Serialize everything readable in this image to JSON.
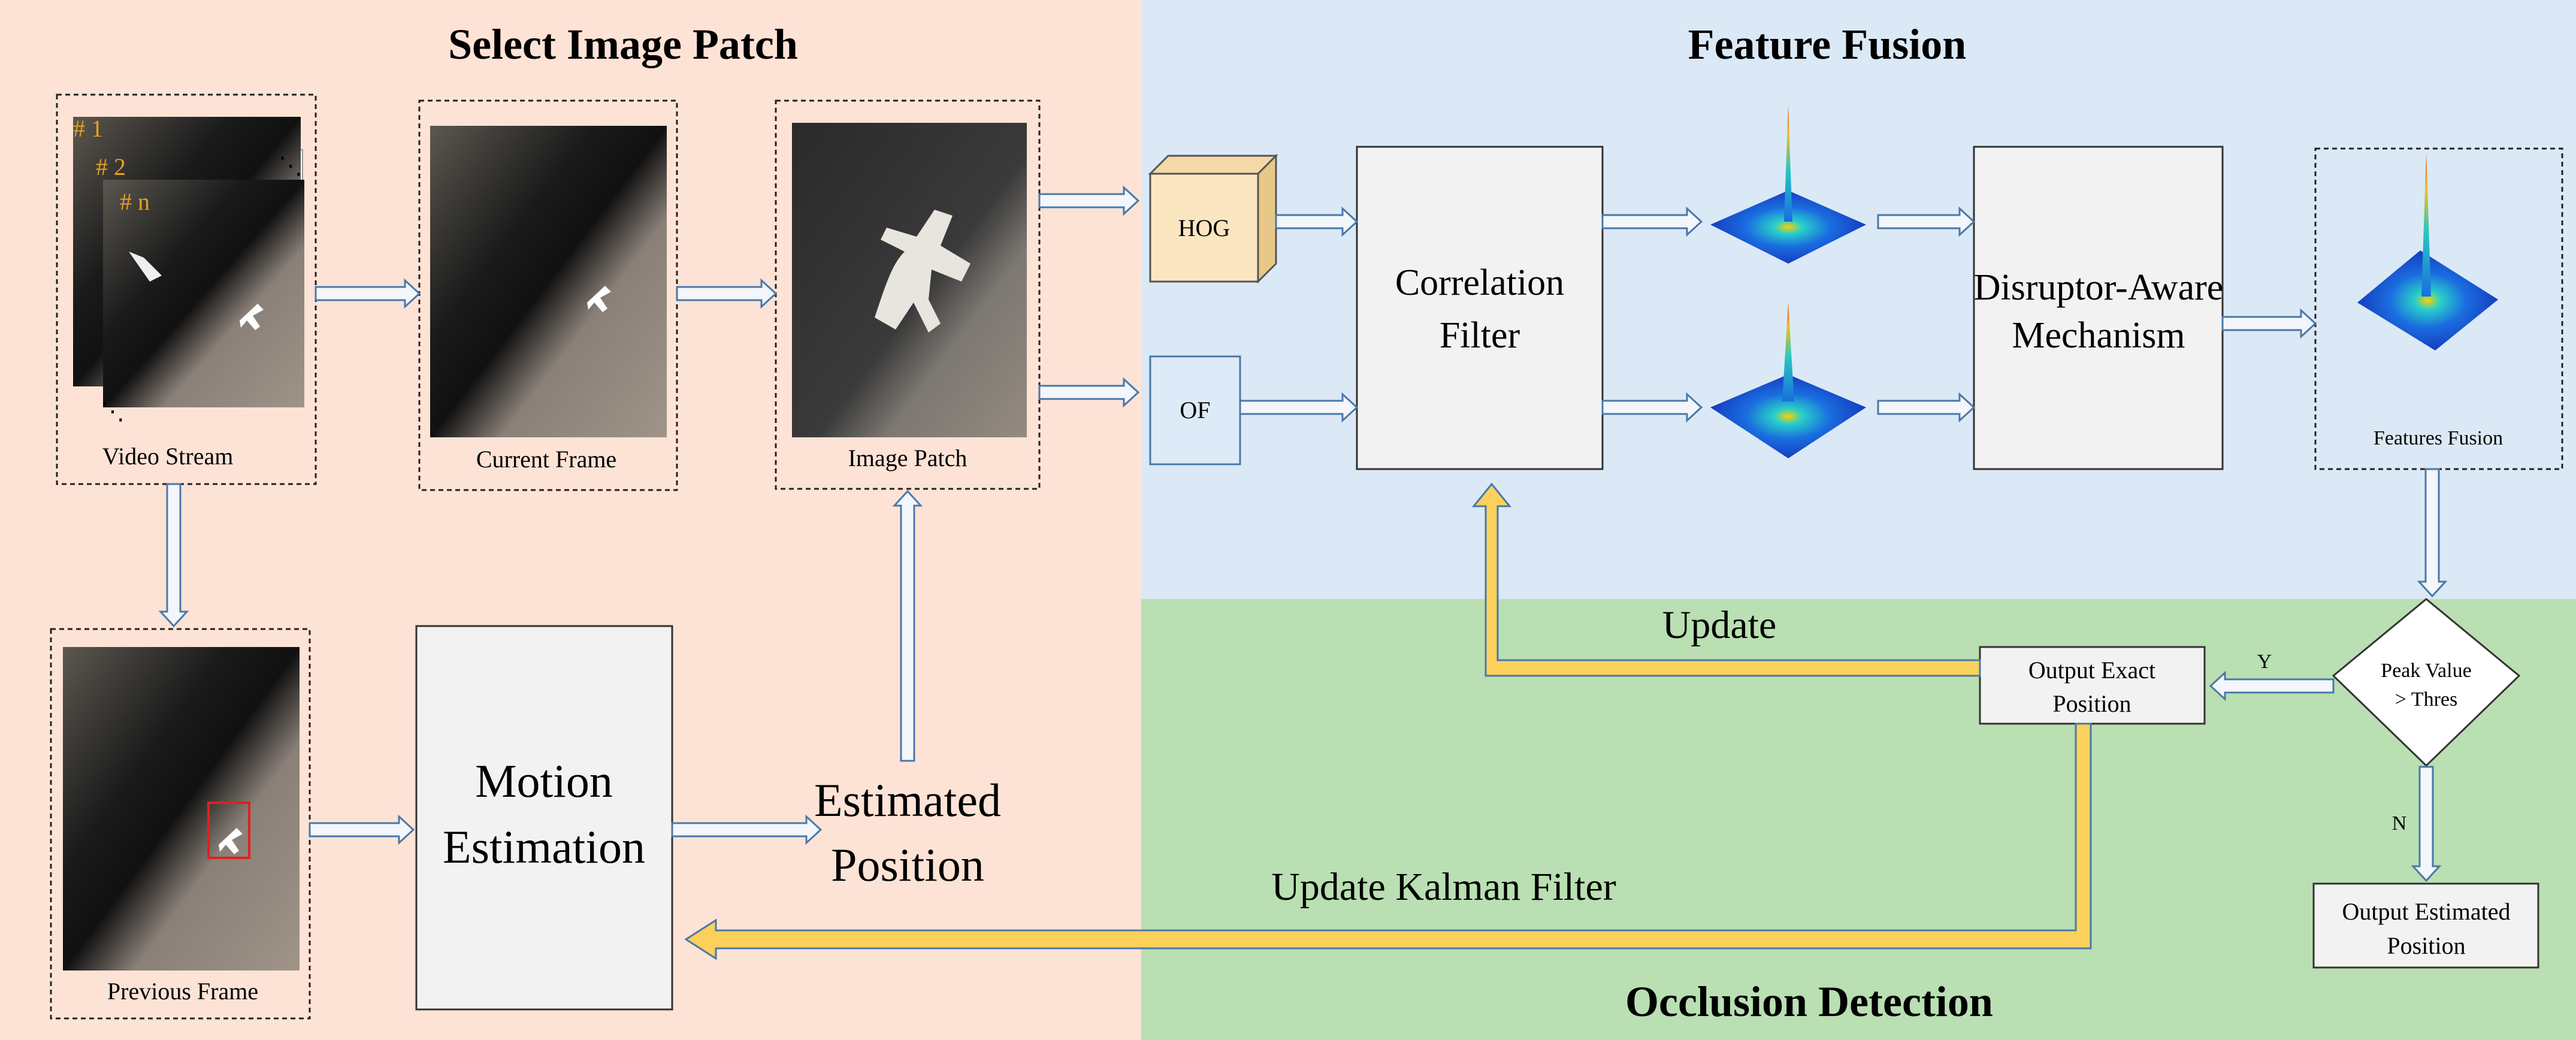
{
  "regions": {
    "select_patch": {
      "title": "Select Image Patch",
      "color": "#fde3d6"
    },
    "feature_fusion": {
      "title": "Feature Fusion",
      "color": "#dbe9f6"
    },
    "occlusion": {
      "title": "Occlusion Detection",
      "color": "#b9dfb2"
    }
  },
  "colors": {
    "arrow_fill": "#f3f6fb",
    "arrow_stroke": "#4a78a8",
    "loop_fill": "#fbd15c",
    "loop_stroke": "#4a78a8",
    "box_fill": "#f2f2f2",
    "hog_fill": "#fbe6c2",
    "of_fill": "#dcebf7",
    "frame_label": "#e8a020"
  },
  "video_stream": {
    "caption": "Video Stream",
    "frame_labels": [
      "# 1",
      "# 2",
      "# n"
    ]
  },
  "current_frame": {
    "caption": "Current Frame"
  },
  "image_patch": {
    "caption": "Image Patch"
  },
  "previous_frame": {
    "caption": "Previous Frame"
  },
  "motion_estimation": {
    "line1": "Motion",
    "line2": "Estimation"
  },
  "estimated_position": {
    "line1": "Estimated",
    "line2": "Position"
  },
  "hog": {
    "label": "HOG"
  },
  "of": {
    "label": "OF"
  },
  "correlation_filter": {
    "line1": "Correlation",
    "line2": "Filter"
  },
  "disruptor_aware": {
    "line1": "Disruptor-Aware",
    "line2": "Mechanism"
  },
  "features_fusion": {
    "caption": "Features Fusion"
  },
  "decision": {
    "line1": "Peak Value",
    "line2": "> Thres",
    "yes": "Y",
    "no": "N"
  },
  "output_exact": {
    "line1": "Output Exact",
    "line2": "Position"
  },
  "output_estimated": {
    "line1": "Output Estimated",
    "line2": "Position"
  },
  "labels": {
    "update": "Update",
    "update_kalman": "Update Kalman Filter"
  }
}
